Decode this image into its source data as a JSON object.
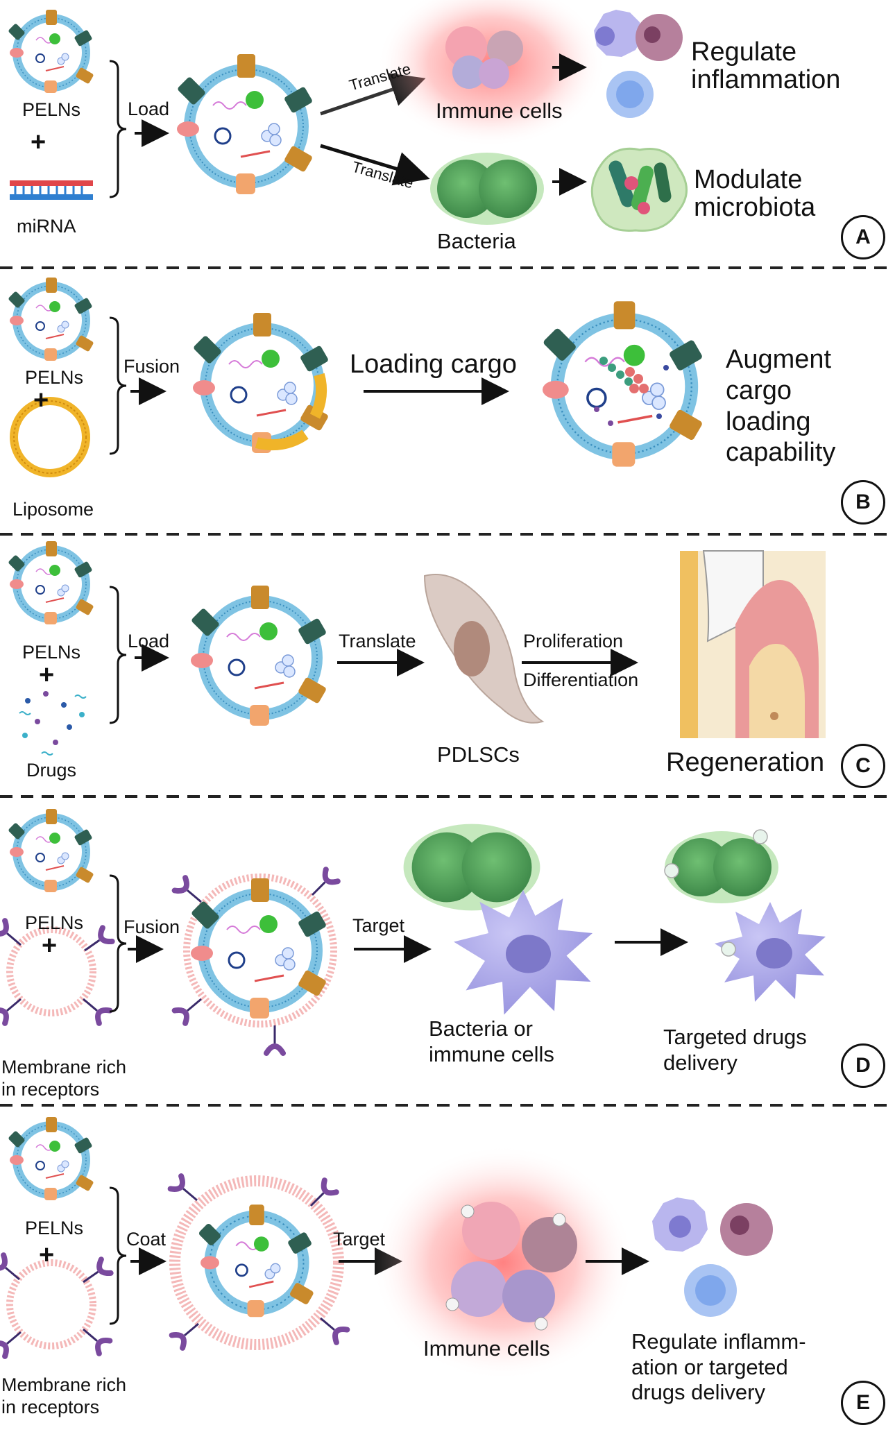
{
  "panels": [
    {
      "badge": "A",
      "left_items": [
        "PELNs",
        "+",
        "miRNA"
      ],
      "step": "Load",
      "branches": [
        {
          "arrow_label": "Translate",
          "target": "Immune cells",
          "outcome": "Regulate\ninflammation"
        },
        {
          "arrow_label": "Translate",
          "target": "Bacteria",
          "outcome": "Modulate\nmicrobiota"
        }
      ]
    },
    {
      "badge": "B",
      "left_items": [
        "PELNs",
        "+",
        "Liposome"
      ],
      "step": "Fusion",
      "arrow_label": "Loading cargo",
      "outcome": "Augment\ncargo\nloading\ncapability"
    },
    {
      "badge": "C",
      "left_items": [
        "PELNs",
        "+",
        "Drugs"
      ],
      "step": "Load",
      "arrow_label": "Translate",
      "target": "PDLSCs",
      "arrow_label_top": "Proliferation",
      "arrow_label_bottom": "Differentiation",
      "outcome": "Regeneration"
    },
    {
      "badge": "D",
      "left_items": [
        "PELNs",
        "+",
        "Membrane rich\nin receptors"
      ],
      "step": "Fusion",
      "arrow_label": "Target",
      "target": "Bacteria or\nimmune cells",
      "outcome": "Targeted drugs\ndelivery"
    },
    {
      "badge": "E",
      "left_items": [
        "PELNs",
        "+",
        "Membrane rich\nin receptors"
      ],
      "step": "Coat",
      "arrow_label": "Target",
      "target": "Immune cells",
      "outcome": "Regulate inflamm-\nation or targeted\ndrugs delivery"
    }
  ],
  "colors": {
    "membrane": "#7fc3e3",
    "membrane_dark": "#3a8fbf",
    "immune_glow": "#ff6b6b",
    "bacteria": "#4f9d5a",
    "bacteria_glow": "#a8d8a0",
    "cell_purple": "#a9a6e8",
    "liposome": "#f0b429",
    "receptor": "#7a4a9e",
    "pink_membrane": "#f4b8b8",
    "arrow": "#111111"
  }
}
